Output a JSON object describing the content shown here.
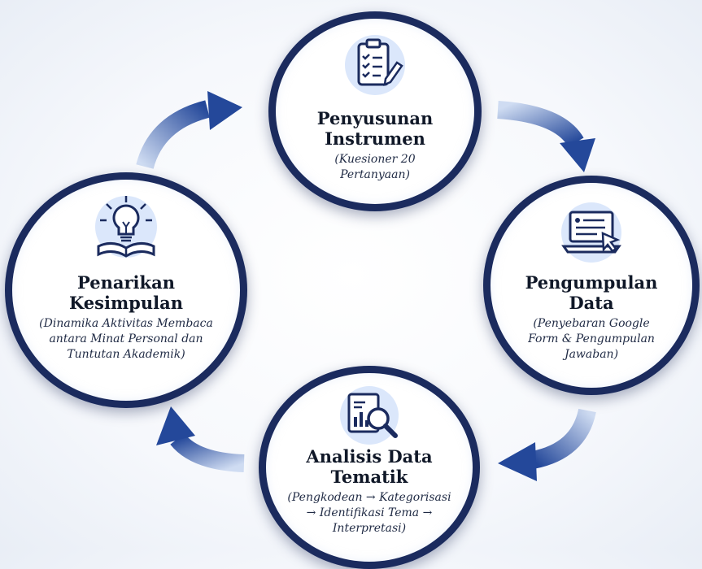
{
  "stages": [
    {
      "id": "penyusunan",
      "title_lines": [
        "Penyusunan",
        "Instrumen"
      ],
      "desc_lines": [
        "(Kuesioner 20",
        "Pertanyaan)"
      ],
      "icon": "clipboard-checklist-icon"
    },
    {
      "id": "pengumpulan",
      "title_lines": [
        "Pengumpulan",
        "Data"
      ],
      "desc_lines": [
        "(Penyebaran Google",
        "Form & Pengumpulan",
        "Jawaban)"
      ],
      "icon": "laptop-form-cursor-icon"
    },
    {
      "id": "analisis",
      "title_lines": [
        "Analisis Data",
        "Tematik"
      ],
      "desc_lines": [
        "(Pengkodean → Kategorisasi",
        "→ Identifikasi Tema →",
        "Interpretasi)"
      ],
      "icon": "chart-magnifier-icon"
    },
    {
      "id": "penarikan",
      "title_lines": [
        "Penarikan",
        "Kesimpulan"
      ],
      "desc_lines": [
        "(Dinamika Aktivitas Membaca",
        "antara Minat Personal dan",
        "Tuntutan Akademik)"
      ],
      "icon": "lightbulb-book-icon"
    }
  ],
  "colors": {
    "ring": "#1b2b5e",
    "arrow_light": "#c9d8f0",
    "arrow_dark": "#24489a",
    "icon_stroke": "#1b2b5e",
    "icon_fill": "#dbe7fb"
  }
}
